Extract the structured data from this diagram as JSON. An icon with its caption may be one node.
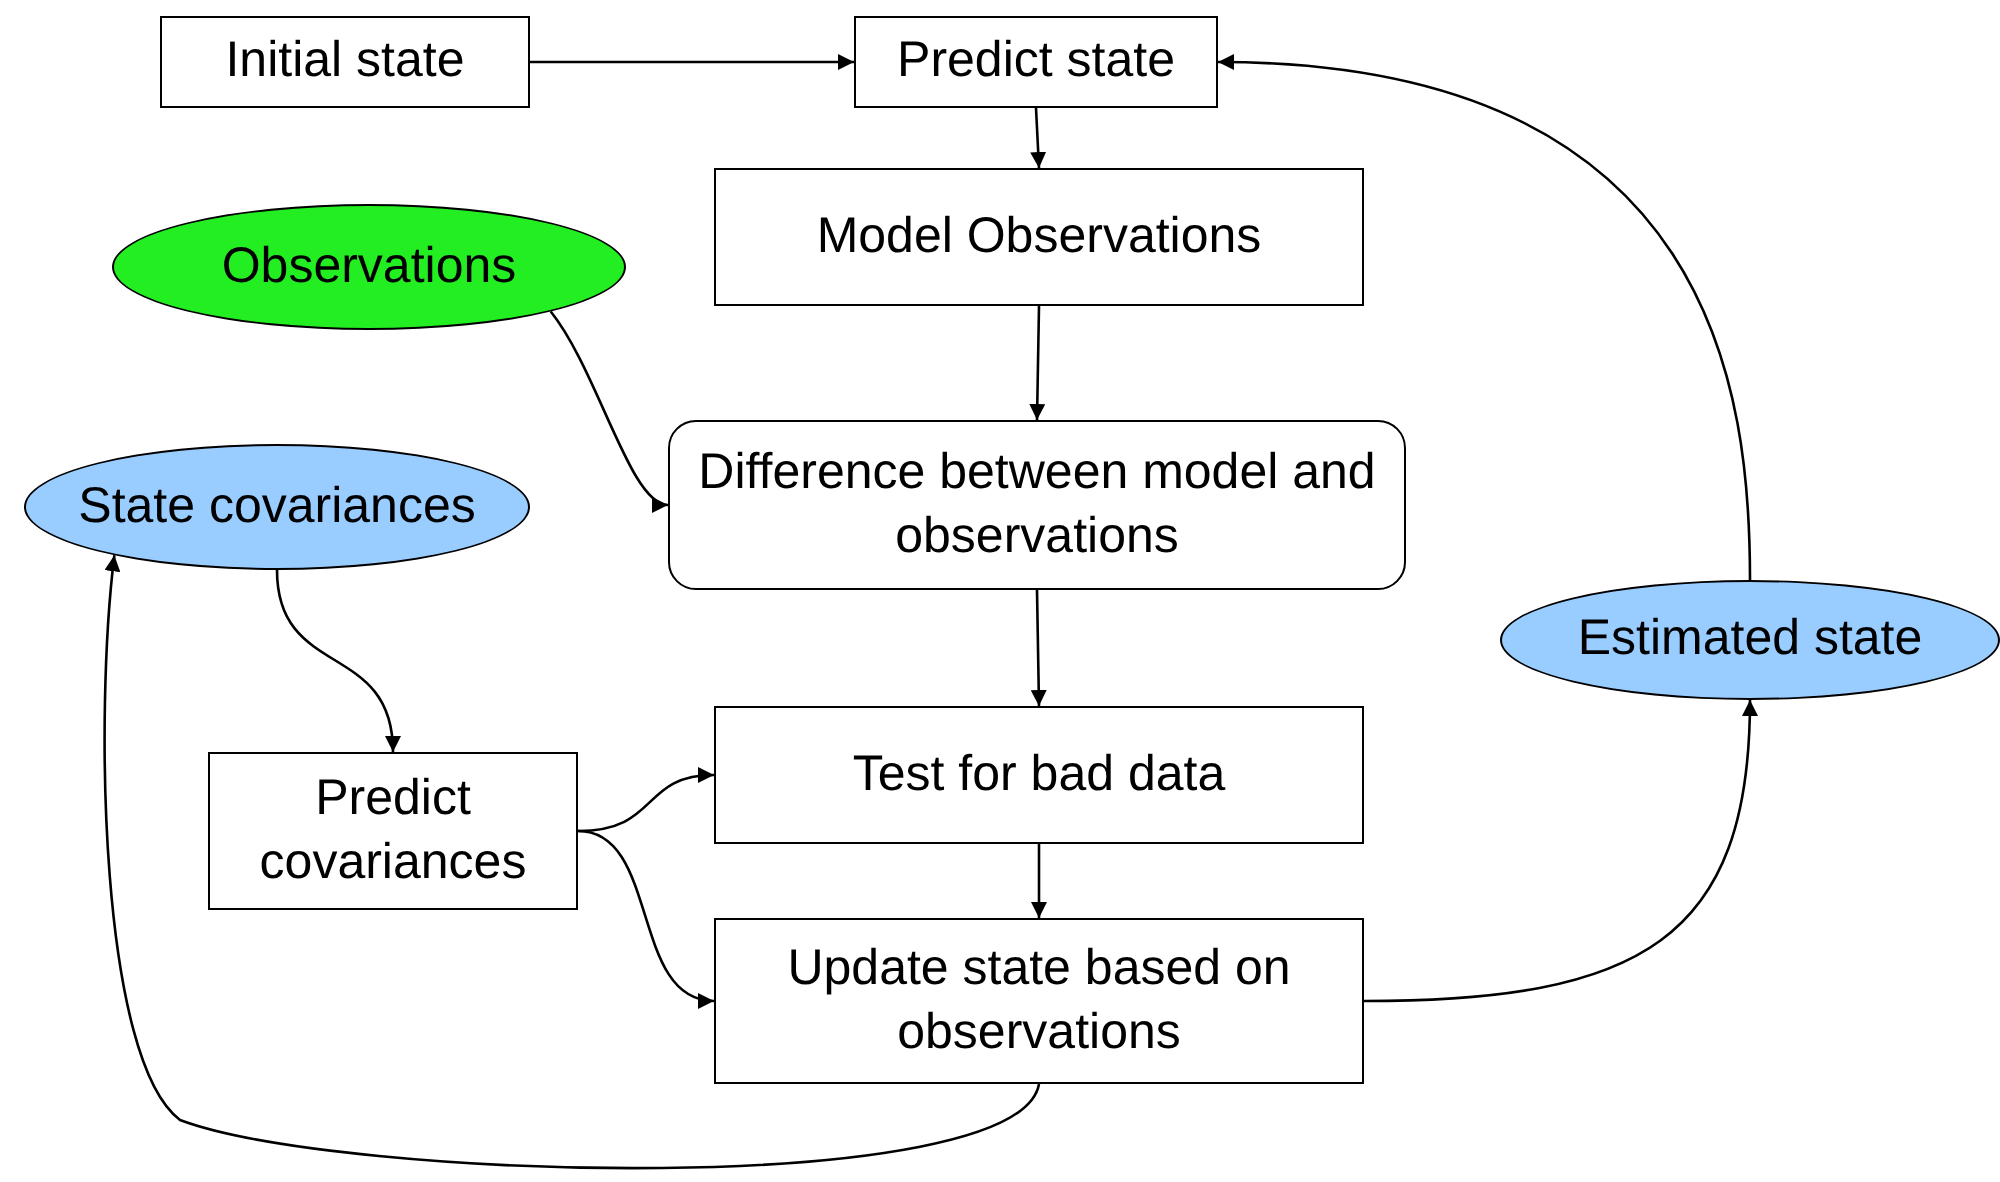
{
  "diagram": {
    "nodes": [
      {
        "text": [
          "Initial state"
        ]
      },
      {
        "text": [
          "Predict state"
        ]
      },
      {
        "text": [
          "Model Observations"
        ]
      },
      {
        "text": [
          "Observations"
        ]
      },
      {
        "text": [
          "Difference between model and observations"
        ]
      },
      {
        "text": [
          "State covariances"
        ]
      },
      {
        "text": [
          "Estimated state"
        ]
      },
      {
        "text": [
          "Predict covariances"
        ]
      },
      {
        "text": [
          "Test for bad data"
        ]
      },
      {
        "text": [
          "Update state based on observations"
        ]
      }
    ],
    "edges": [
      {
        "from": 0,
        "to": 1,
        "arrow": "to"
      },
      {
        "from": 1,
        "to": 2,
        "arrow": "to"
      },
      {
        "from": 2,
        "to": 4,
        "arrow": "to"
      },
      {
        "from": 3,
        "to": 4,
        "arrow": "to"
      },
      {
        "from": 4,
        "to": 8,
        "arrow": "to"
      },
      {
        "from": 5,
        "to": 7,
        "arrow": "to"
      },
      {
        "from": 7,
        "to": 8,
        "arrow": "to"
      },
      {
        "from": 7,
        "to": 9,
        "arrow": "to"
      },
      {
        "from": 8,
        "to": 9,
        "arrow": "to"
      },
      {
        "from": 9,
        "to": 6,
        "arrow": "to"
      },
      {
        "from": 6,
        "to": 1,
        "arrow": "to"
      },
      {
        "from": 9,
        "to": 5,
        "arrow": "to"
      }
    ]
  }
}
